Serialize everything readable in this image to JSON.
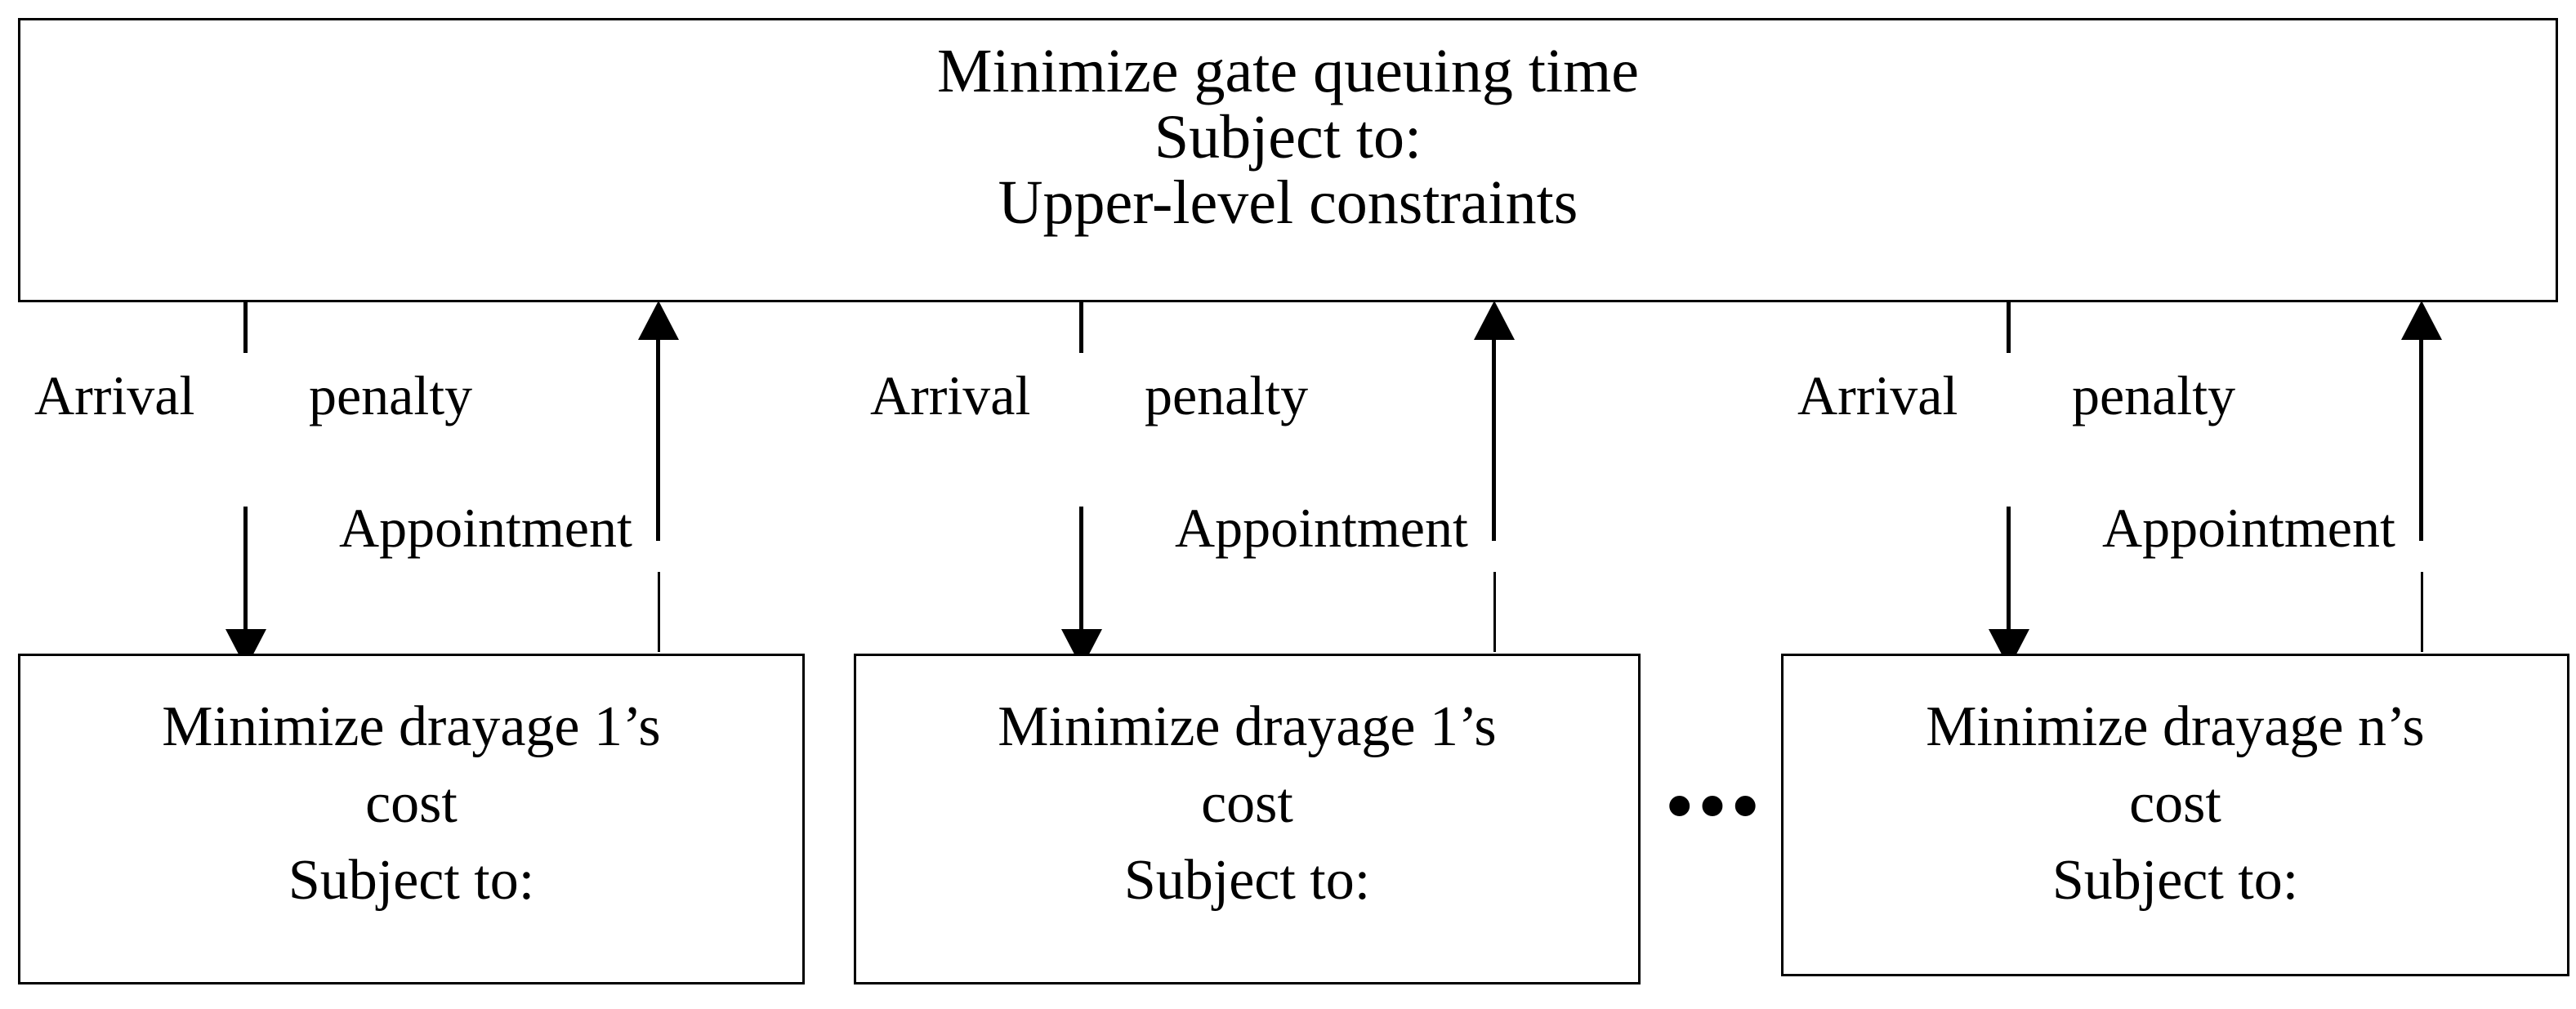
{
  "diagram": {
    "type": "bi-level-optimization-framework",
    "upper_level": {
      "lines": [
        "Minimize gate queuing time",
        "Subject to:",
        "Upper-level constraints"
      ]
    },
    "connectors": {
      "downward_label_part_1": "Arrival",
      "downward_label_part_2": "penalty",
      "upward_label": "Appointment",
      "downward_arrow_icon": "arrow-down-icon",
      "upward_arrow_icon": "arrow-up-icon"
    },
    "lower_level": {
      "boxes": [
        {
          "lines": [
            "Minimize drayage 1’s",
            "cost",
            "Subject to:"
          ]
        },
        {
          "lines": [
            "Minimize drayage 1’s",
            "cost",
            "Subject to:"
          ]
        },
        {
          "lines": [
            "Minimize drayage n’s",
            "cost",
            "Subject to:"
          ]
        }
      ]
    },
    "ellipsis": "•••",
    "colors": {
      "stroke": "#000000",
      "background": "#ffffff",
      "text": "#000000"
    }
  }
}
